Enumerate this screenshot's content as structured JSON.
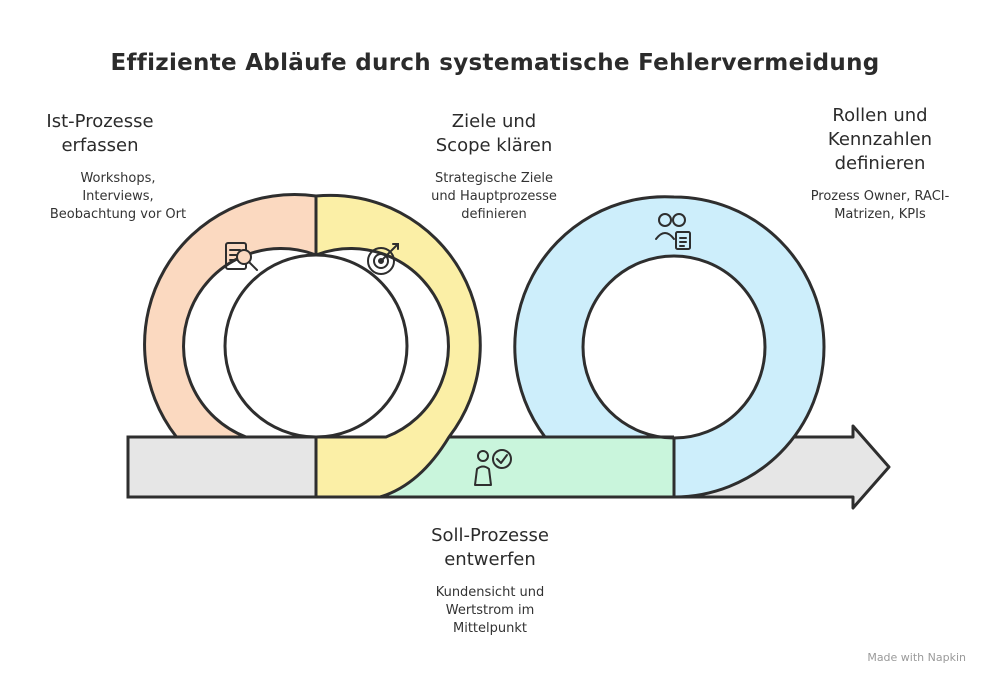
{
  "title": "Effiziente Abläufe durch systematische Fehlervermeidung",
  "steps": [
    {
      "heading": [
        "Ist-Prozesse",
        "erfassen"
      ],
      "desc": [
        "Workshops,",
        "Interviews,",
        "Beobachtung vor Ort"
      ],
      "icon": "document-search-icon",
      "color": "#fbd9c0"
    },
    {
      "heading": [
        "Ziele und",
        "Scope klären"
      ],
      "desc": [
        "Strategische Ziele",
        "und Hauptprozesse",
        "definieren"
      ],
      "icon": "target-arrow-icon",
      "color": "#fbefa6"
    },
    {
      "heading": [
        "Soll-Prozesse",
        "entwerfen"
      ],
      "desc": [
        "Kundensicht und",
        "Wertstrom im",
        "Mittelpunkt"
      ],
      "icon": "person-check-icon",
      "color": "#c9f5dc"
    },
    {
      "heading": [
        "Rollen und",
        "Kennzahlen",
        "definieren"
      ],
      "desc": [
        "Prozess Owner, RACI-",
        "Matrizen, KPIs"
      ],
      "icon": "users-document-icon",
      "color": "#cdeefb"
    }
  ],
  "footer": "Made with Napkin"
}
